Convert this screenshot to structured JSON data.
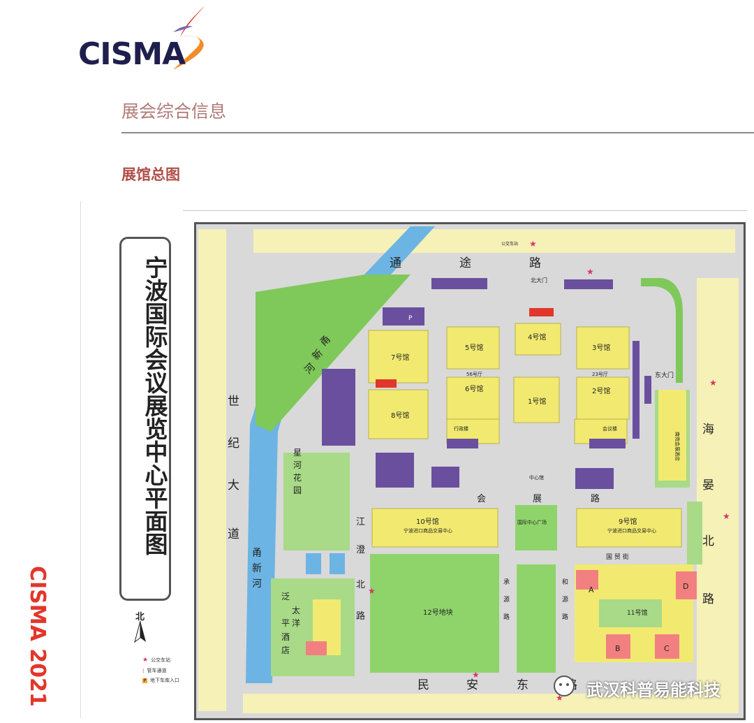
{
  "brand": {
    "logo_text": "CISMA",
    "side_text": "CISMA 2021",
    "colors": {
      "navy": "#1e1f4d",
      "swoosh_red": "#e2362b",
      "swoosh_orange": "#f28c28"
    }
  },
  "header": {
    "section_title": "展会综合信息",
    "subsection_title": "展馆总图"
  },
  "map": {
    "title": "宁波国际会议展览中心平面图",
    "north": "北",
    "legend": [
      {
        "icon": "star-icon",
        "label": "公交车站"
      },
      {
        "icon": "walkway-icon",
        "label": "管车通道"
      },
      {
        "icon": "parking-entrance-icon",
        "label": "地下车库入口"
      }
    ],
    "roads": {
      "north": [
        "通",
        "途",
        "路"
      ],
      "west": [
        "世",
        "纪",
        "大",
        "道"
      ],
      "east": [
        "海",
        "晏",
        "北",
        "路"
      ],
      "south": [
        "民",
        "安",
        "东",
        "路"
      ],
      "middle": [
        "会",
        "展",
        "路"
      ],
      "jiangcheng": [
        "江",
        "澄",
        "北",
        "路"
      ],
      "chengyuan": [
        "承",
        "源",
        "路"
      ],
      "heyuan": [
        "和",
        "源",
        "路"
      ],
      "guomao": "国 贸 街"
    },
    "rivers": {
      "upper": [
        "甬",
        "新",
        "河"
      ],
      "lower": [
        "甬",
        "新",
        "河"
      ]
    },
    "halls": {
      "h1": "1号馆",
      "h2": "2号馆",
      "h3": "3号馆",
      "h4": "4号馆",
      "h5": "5号馆",
      "h6": "6号馆",
      "h7": "7号馆",
      "h8": "8号馆",
      "h10": "10号馆",
      "h9": "9号馆",
      "h11": "11号馆",
      "h12": "12号地块",
      "hall_56": "56号厅",
      "hall_23": "23号厅",
      "admin": "行政楼",
      "meeting": "会议楼",
      "center": "中心馆",
      "plaza": "国际中心广场",
      "import_center": "宁波进口商品交易中心"
    },
    "gates": {
      "north": "北大门",
      "east": "东大门"
    },
    "places": {
      "xinghe": [
        "星",
        "河",
        "花",
        "园"
      ],
      "hotel_pacific": [
        "泛",
        "太",
        "平",
        "洋",
        "酒",
        "店"
      ],
      "hotel_nanyuan": "南苑会展酒店"
    },
    "zones": [
      "A",
      "B",
      "C",
      "D"
    ],
    "parking": "P",
    "bus_stop": "公交车站"
  },
  "watermark": "武汉科普易能科技"
}
